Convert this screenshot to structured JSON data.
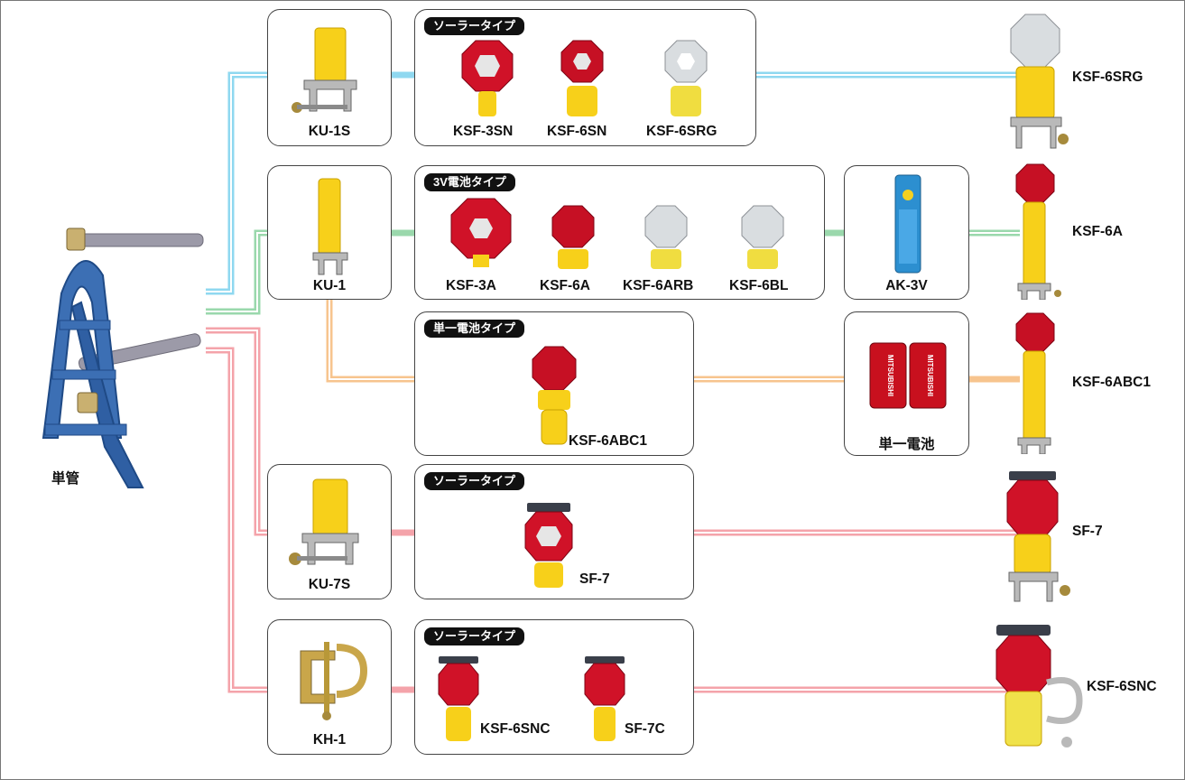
{
  "base": {
    "label": "単管"
  },
  "rows": [
    {
      "mount": "KU-1S",
      "type_tag": "ソーラータイプ",
      "products": [
        "KSF-3SN",
        "KSF-6SN",
        "KSF-6SRG"
      ],
      "end_label": "KSF-6SRG",
      "line_color": "#8fd8f0"
    },
    {
      "mount": "KU-1",
      "type_tag": "3V電池タイプ",
      "products": [
        "KSF-3A",
        "KSF-6A",
        "KSF-6ARB",
        "KSF-6BL"
      ],
      "accessory": "AK-3V",
      "end_label": "KSF-6A",
      "line_color": "#9ad8ac"
    },
    {
      "type_tag": "単一電池タイプ",
      "products": [
        "KSF-6ABC1"
      ],
      "accessory": "単一電池",
      "end_label": "KSF-6ABC1",
      "line_color": "#f7c48e"
    },
    {
      "mount": "KU-7S",
      "type_tag": "ソーラータイプ",
      "products": [
        "SF-7"
      ],
      "end_label": "SF-7",
      "line_color": "#f4a3aa"
    },
    {
      "mount": "KH-1",
      "type_tag": "ソーラータイプ",
      "products": [
        "KSF-6SNC",
        "SF-7C"
      ],
      "end_label": "KSF-6SNC",
      "line_color": "#f4a3aa"
    }
  ],
  "battery_text": {
    "aa": "AK-3V",
    "mitsubishi": "MITSUBISHI"
  }
}
